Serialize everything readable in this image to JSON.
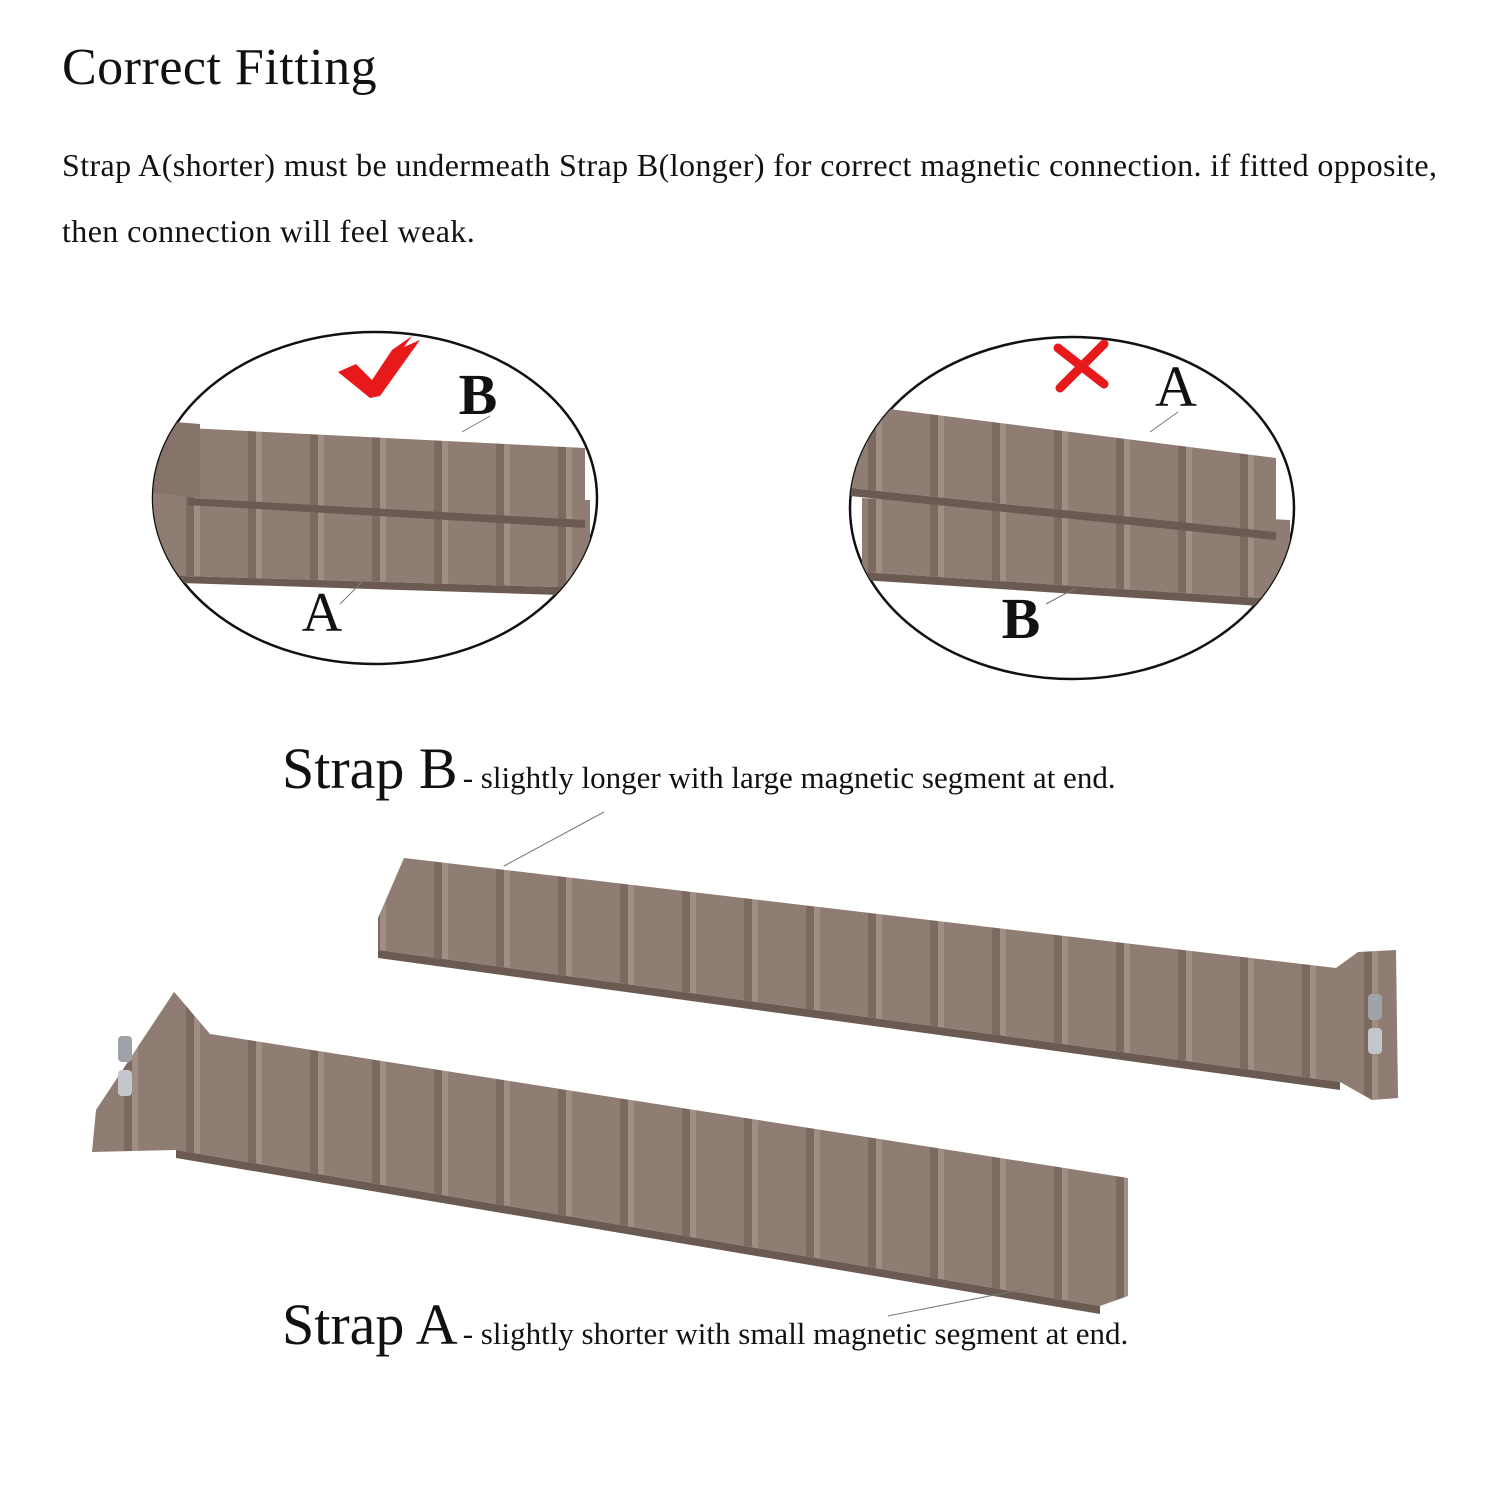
{
  "heading": {
    "title": "Correct Fitting",
    "description": "Strap A(shorter) must be undermeath Strap B(longer) for correct magnetic connection. if fitted opposite, then connection will feel weak."
  },
  "diagrams": {
    "correct": {
      "top_label": "B",
      "bottom_label": "A",
      "mark_icon": "checkmark-icon"
    },
    "incorrect": {
      "top_label": "A",
      "bottom_label": "B",
      "mark_icon": "cross-icon"
    }
  },
  "straps": {
    "b": {
      "name": "Strap B",
      "note": "- slightly longer with large magnetic segment at end."
    },
    "a": {
      "name": "Strap A",
      "note": "- slightly shorter with small magnetic segment at end."
    }
  },
  "colors": {
    "leather": "#8f7c72",
    "leather_dark": "#74635b",
    "mark": "#e8191b"
  }
}
